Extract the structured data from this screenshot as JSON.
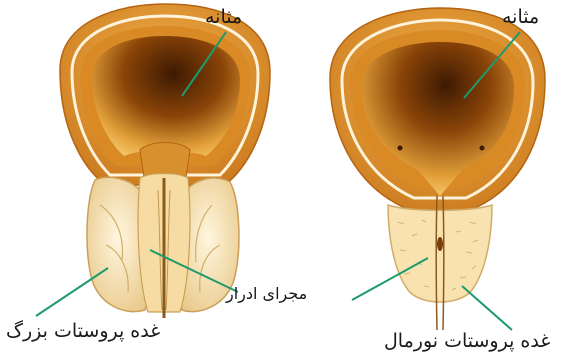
{
  "labels": {
    "bladder_left": "مثانه",
    "bladder_right": "مثانه",
    "urethra": "مجرای ادرار",
    "enlarged_prostate": "غده پروستات بزرگ",
    "normal_prostate": "غده پروستات نورمال"
  },
  "colors": {
    "bladder_wall": "#e39a2e",
    "bladder_wall_dark": "#c7761a",
    "bladder_inner": "#b8650f",
    "bladder_cavity_dark": "#5a2a05",
    "bladder_cavity_light": "#f2bf5a",
    "membrane": "#fff3dc",
    "prostate": "#f7e3b3",
    "prostate_outline": "#d8b572",
    "leader_line": "#1f9a6e",
    "text": "#1a1a1a"
  }
}
